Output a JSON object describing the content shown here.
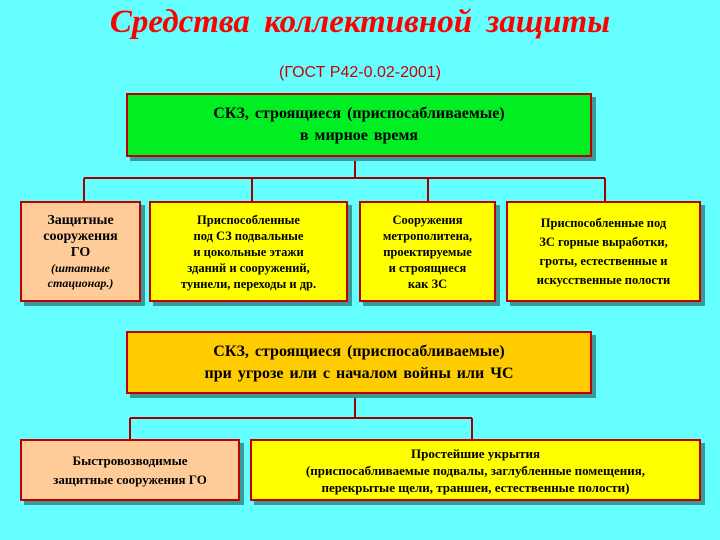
{
  "title": "Средства  коллективной  защиты",
  "subtitle": "(ГОСТ Р42-0.02-2001)",
  "peacetime_box": {
    "line1": "СКЗ,  строящиеся  (приспосабливаемые)",
    "line2": "в  мирное  время"
  },
  "peacetime_items": [
    {
      "lines": [
        "Защитные",
        "сооружения",
        "ГО"
      ],
      "italic_lines": [
        "(штатные",
        "стационар.)"
      ]
    },
    {
      "lines": [
        "Приспособленные",
        "под СЗ подвальные",
        "и цокольные этажи",
        "зданий и сооружений,",
        "туннели, переходы и др."
      ]
    },
    {
      "lines": [
        "Сооружения",
        "метрополитена,",
        "проектируемые",
        "и строящиеся",
        "как ЗС"
      ]
    },
    {
      "lines": [
        "Приспособленные под",
        "ЗС горные выработки,",
        "гроты, естественные и",
        "искусственные полости"
      ]
    }
  ],
  "threat_box": {
    "line1": "СКЗ,  строящиеся  (приспосабливаемые)",
    "line2": "при  угрозе  или  с  началом  войны  или  ЧС"
  },
  "threat_items": [
    {
      "lines": [
        "Быстровозводимые",
        "защитные  сооружения  ГО"
      ]
    },
    {
      "lines": [
        "Простейшие  укрытия",
        "(приспосабливаемые подвалы, заглубленные помещения,",
        "перекрытые щели, траншеи, естественные полости)"
      ]
    }
  ],
  "colors": {
    "background": "#66ffff",
    "title": "#ff0000",
    "border": "#c00000",
    "green": "#00ee22",
    "yellow": "#ffff00",
    "orange": "#ffcc00",
    "peach": "#ffcc99"
  }
}
